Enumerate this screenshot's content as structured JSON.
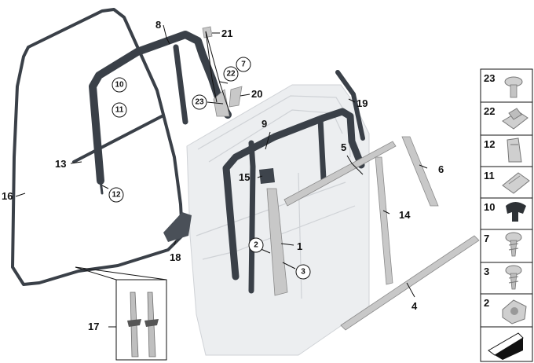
{
  "callouts": {
    "c1": "1",
    "c2": "2",
    "c3": "3",
    "c4": "4",
    "c5": "5",
    "c6": "6",
    "c7": "7",
    "c8": "8",
    "c9": "9",
    "c10": "10",
    "c11": "11",
    "c12": "12",
    "c13": "13",
    "c14": "14",
    "c15": "15",
    "c16": "16",
    "c17": "17",
    "c18": "18",
    "c19": "19",
    "c20": "20",
    "c21": "21",
    "c22": "22",
    "c23": "23"
  },
  "circled": {
    "k10": "10",
    "k11": "11",
    "k12": "12",
    "k2": "2",
    "k3": "3",
    "k7": "7",
    "k22": "22",
    "k23": "23"
  },
  "legend": [
    "23",
    "22",
    "12",
    "11",
    "10",
    "7",
    "3",
    "2"
  ]
}
